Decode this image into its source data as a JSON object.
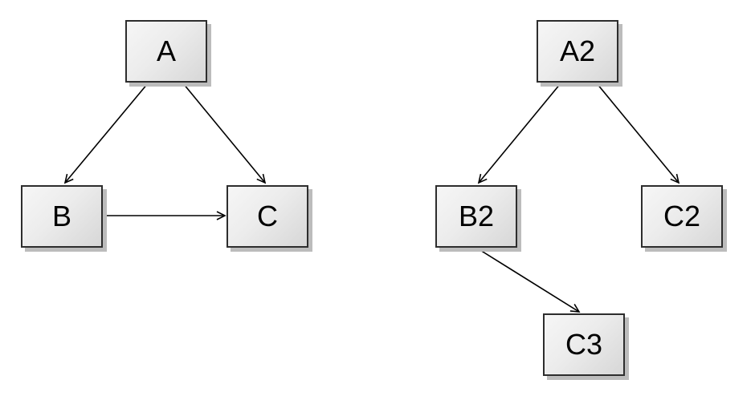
{
  "colors": {
    "background": "#ffffff",
    "node_fill_light": "#f6f6f6",
    "node_fill_dark": "#d7d7d7",
    "node_border": "#2d2d2d",
    "node_shadow": "#bcbcbc",
    "edge": "#000000",
    "text": "#000000"
  },
  "diagrams": [
    {
      "id": "left-graph",
      "nodes": [
        {
          "id": "A",
          "label": "A"
        },
        {
          "id": "B",
          "label": "B"
        },
        {
          "id": "C",
          "label": "C"
        }
      ],
      "edges": [
        {
          "from": "A",
          "to": "B"
        },
        {
          "from": "A",
          "to": "C"
        },
        {
          "from": "B",
          "to": "C"
        }
      ]
    },
    {
      "id": "right-graph",
      "nodes": [
        {
          "id": "A2",
          "label": "A2"
        },
        {
          "id": "B2",
          "label": "B2"
        },
        {
          "id": "C2",
          "label": "C2"
        },
        {
          "id": "C3",
          "label": "C3"
        }
      ],
      "edges": [
        {
          "from": "A2",
          "to": "B2"
        },
        {
          "from": "A2",
          "to": "C2"
        },
        {
          "from": "B2",
          "to": "C3"
        }
      ]
    }
  ]
}
